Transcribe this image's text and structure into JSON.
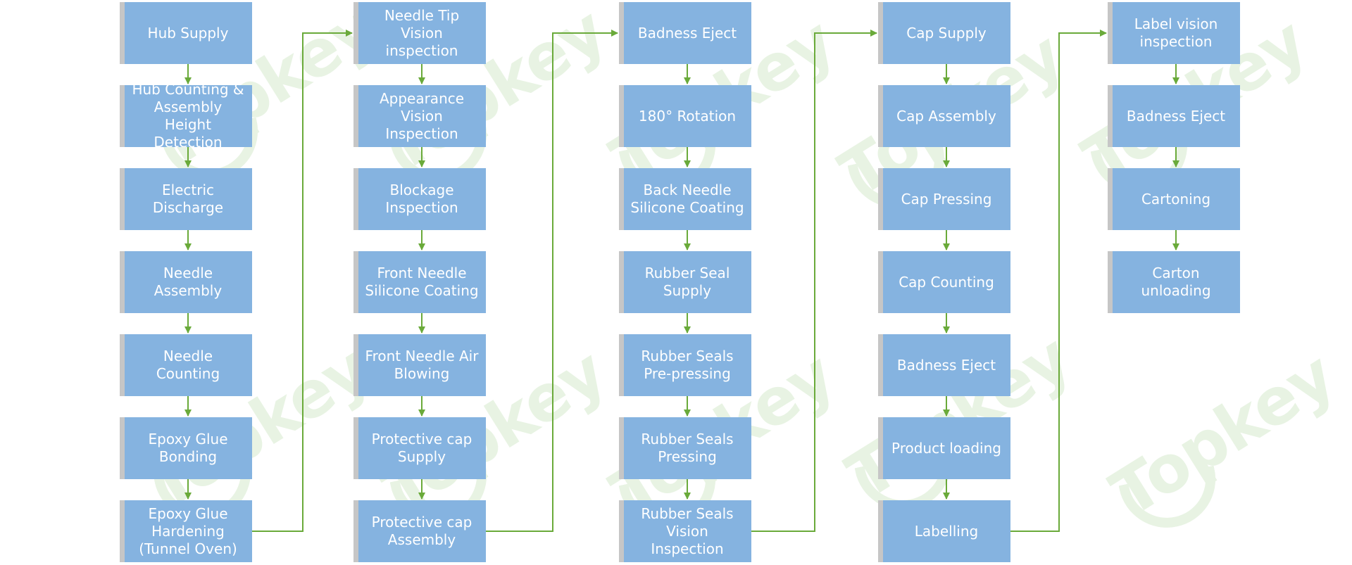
{
  "accent_colors": {
    "box_fill": "#85b3e0",
    "box_edge": "#c6c6c6",
    "connector": "#6aaa3a",
    "watermark": "#e6f2e1",
    "text": "#ffffff"
  },
  "watermark": {
    "text": "Topkey"
  },
  "columns": [
    {
      "steps": [
        "Hub Supply",
        "Hub Counting &\nAssembly\nHeight\nDetection",
        "Electric\nDischarge",
        "Needle\nAssembly",
        "Needle\nCounting",
        "Epoxy Glue\nBonding",
        "Epoxy Glue\nHardening\n(Tunnel Oven)"
      ]
    },
    {
      "steps": [
        "Needle Tip\nVision\ninspection",
        "Appearance\nVision\nInspection",
        "Blockage\nInspection",
        "Front Needle\nSilicone Coating",
        "Front Needle Air\nBlowing",
        "Protective cap\nSupply",
        "Protective cap\nAssembly"
      ]
    },
    {
      "steps": [
        "Badness Eject",
        "180° Rotation",
        "Back Needle\nSilicone Coating",
        "Rubber Seal\nSupply",
        "Rubber Seals\nPre-pressing",
        "Rubber Seals\nPressing",
        "Rubber Seals\nVision\nInspection"
      ]
    },
    {
      "steps": [
        "Cap Supply",
        "Cap Assembly",
        "Cap Pressing",
        "Cap Counting",
        "Badness Eject",
        "Product loading",
        "Labelling"
      ]
    },
    {
      "steps": [
        "Label vision\ninspection",
        "Badness Eject",
        "Cartoning",
        "Carton\nunloading"
      ]
    }
  ]
}
